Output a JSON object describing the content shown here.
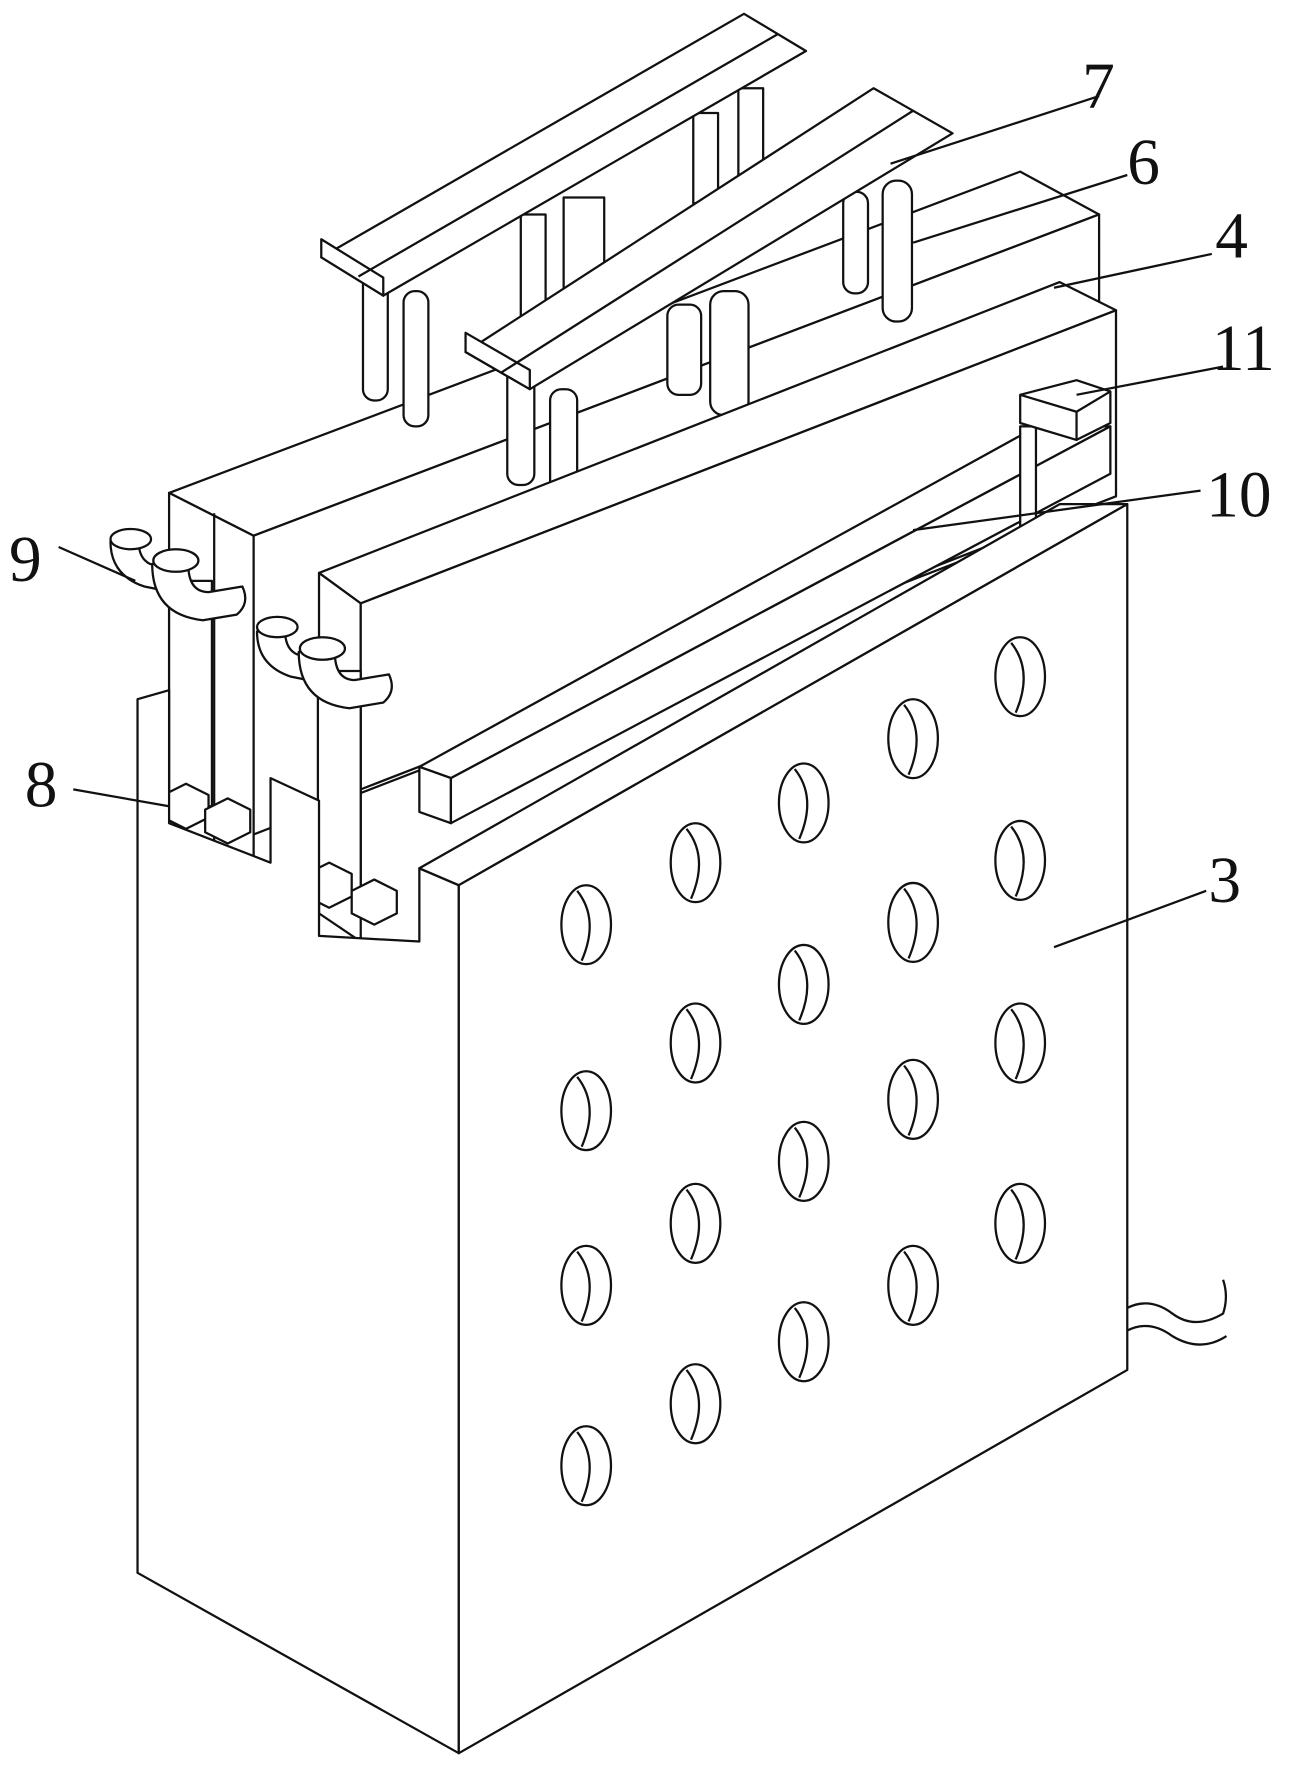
{
  "figure": {
    "labels": [
      {
        "id": "7",
        "text": "7"
      },
      {
        "id": "6",
        "text": "6"
      },
      {
        "id": "4",
        "text": "4"
      },
      {
        "id": "11",
        "text": "11"
      },
      {
        "id": "10",
        "text": "10"
      },
      {
        "id": "9",
        "text": "9"
      },
      {
        "id": "8",
        "text": "8"
      },
      {
        "id": "3",
        "text": "3"
      }
    ]
  }
}
